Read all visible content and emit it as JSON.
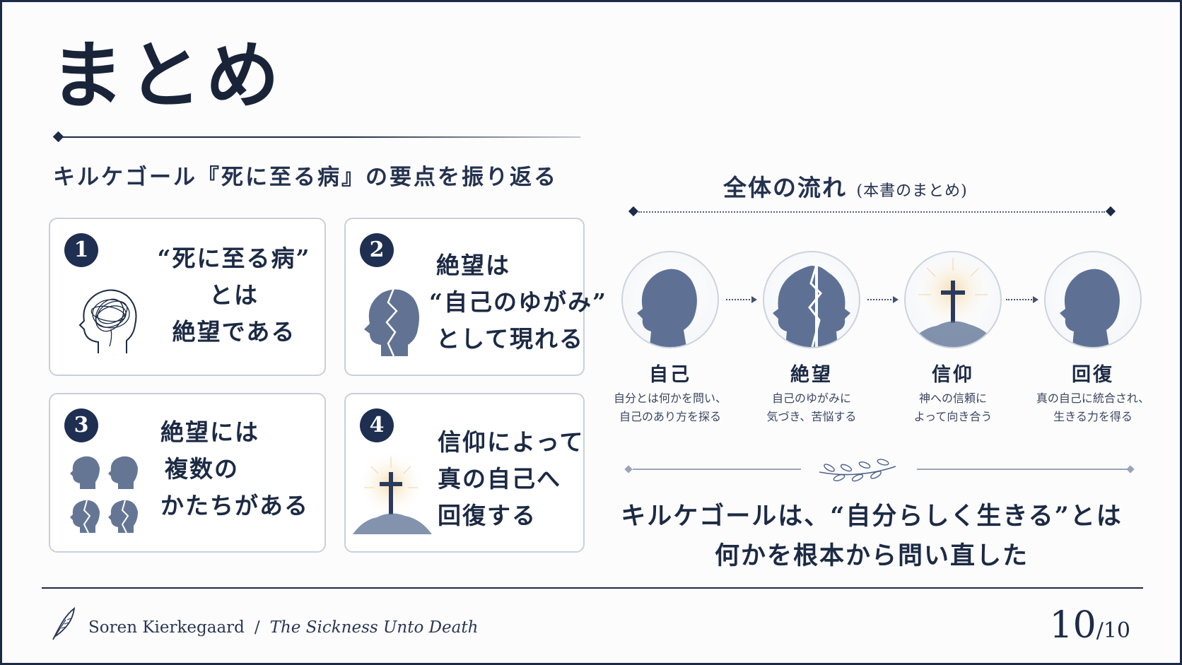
{
  "title": "まとめ",
  "subtitle": "キルケゴール『死に至る病』の要点を振り返る",
  "cards": [
    {
      "number": "1",
      "lines": [
        "“死に至る病”",
        "とは",
        "絶望である"
      ],
      "icon": "tangled-mind-head-icon"
    },
    {
      "number": "2",
      "lines": [
        "絶望は",
        "“自己のゆがみ”",
        "として現れる"
      ],
      "icon": "cracked-head-icon"
    },
    {
      "number": "3",
      "lines": [
        "絶望には",
        "複数の",
        "かたちがある"
      ],
      "icon": "four-heads-icon"
    },
    {
      "number": "4",
      "lines": [
        "信仰によって",
        "真の自己へ",
        "回復する"
      ],
      "icon": "cross-on-hill-icon"
    }
  ],
  "flow": {
    "heading": "全体の流れ",
    "heading_note": "(本書のまとめ)",
    "steps": [
      {
        "title": "自己",
        "desc": [
          "自分とは何かを問い、",
          "自己のあり方を探る"
        ],
        "icon": "head-silhouette-icon"
      },
      {
        "title": "絶望",
        "desc": [
          "自己のゆがみに",
          "気づき、苦悩する"
        ],
        "icon": "cracked-head-icon"
      },
      {
        "title": "信仰",
        "desc": [
          "神への信頼に",
          "よって向き合う"
        ],
        "icon": "cross-on-hill-icon"
      },
      {
        "title": "回復",
        "desc": [
          "真の自己に統合され、",
          "生きる力を得る"
        ],
        "icon": "head-silhouette-icon"
      }
    ]
  },
  "conclusion": [
    "キルケゴールは、“自分らしく生きる”とは",
    "何かを根本から問い直した"
  ],
  "footer": {
    "author": "Soren Kierkegaard",
    "separator": "/",
    "book": "The Sickness Unto Death",
    "page_current": "10",
    "page_total": "/10"
  },
  "colors": {
    "navy": "#1d2b47",
    "accent_gold": "#e6c48a",
    "watercolor": "#5a6f92"
  }
}
